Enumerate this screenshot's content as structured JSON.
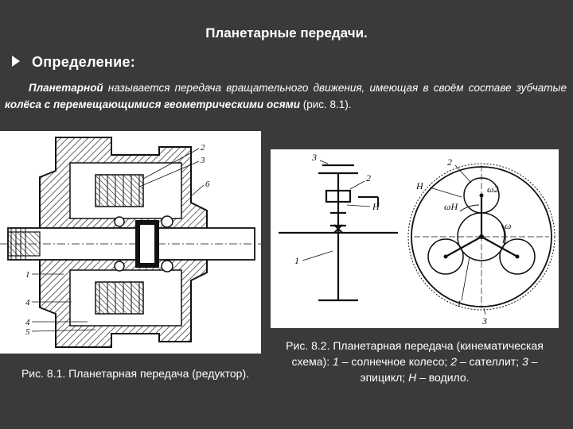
{
  "slide": {
    "title": "Планетарные передачи.",
    "definition_heading": "Определение:"
  },
  "definition": {
    "term": "Планетарной",
    "part1": " называется передача вращательного движения, имеющая в своём составе зубчатые ",
    "emphasis": "колёса с перемещающимися геометрическими осями",
    "part2": " (рис. 8.1)."
  },
  "figure1": {
    "caption": "Рис. 8.1. Планетарная передача (редуктор).",
    "labels": [
      "2",
      "3",
      "6",
      "1",
      "4",
      "4",
      "5"
    ]
  },
  "figure2": {
    "caption_lead": "Рис. 8.2. Планетарная передача (кинематическая схема): ",
    "items": [
      {
        "num": "1",
        "text": " – солнечное колесо; "
      },
      {
        "num": "2",
        "text": " – сателлит; "
      },
      {
        "num": "3",
        "text": " – эпицикл; "
      },
      {
        "num": "H",
        "text": " – водило."
      }
    ],
    "labels": {
      "scheme_3": "3",
      "scheme_2": "2",
      "scheme_H": "H",
      "scheme_1": "1",
      "circle_2": "2",
      "circle_H": "H",
      "omega2": "ω2",
      "omegaH": "ωH",
      "omega": "ω",
      "circle_1": "1",
      "circle_3": "3"
    }
  },
  "colors": {
    "background": "#3a3a3a",
    "text": "#ffffff",
    "figure_bg": "#ffffff",
    "ink": "#111111"
  }
}
